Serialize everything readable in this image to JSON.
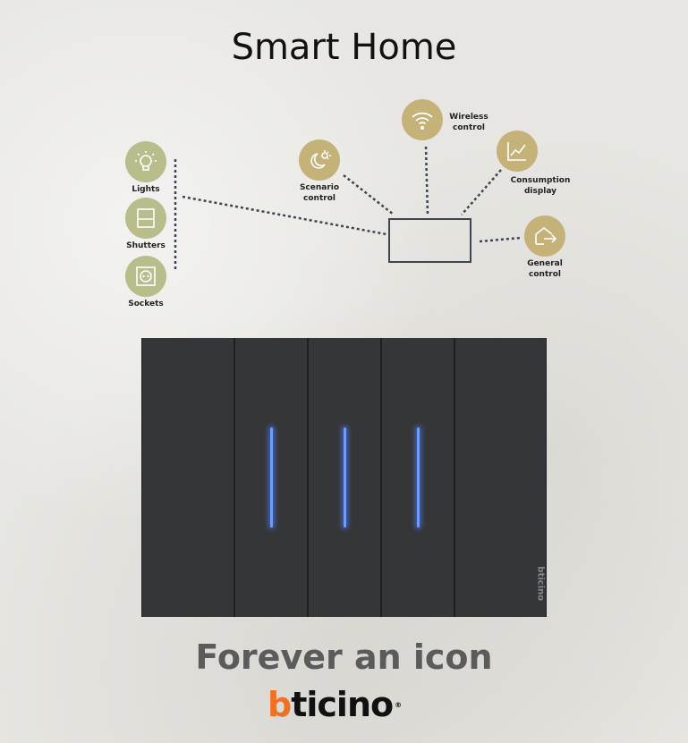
{
  "title": "Smart Home",
  "diagram": {
    "nodes": {
      "lights": {
        "label": "Lights",
        "icon": "lightbulb-icon"
      },
      "shutters": {
        "label": "Shutters",
        "icon": "shutters-icon"
      },
      "sockets": {
        "label": "Sockets",
        "icon": "socket-icon"
      },
      "scenario": {
        "label_line1": "Scenario",
        "label_line2": "control",
        "icon": "moon-sun-icon"
      },
      "wireless": {
        "label_line1": "Wireless",
        "label_line2": "control",
        "icon": "wifi-icon"
      },
      "consumption": {
        "label_line1": "Consumption",
        "label_line2": "display",
        "icon": "chart-icon"
      },
      "general": {
        "label_line1": "General",
        "label_line2": "control",
        "icon": "house-arrow-icon"
      }
    }
  },
  "product": {
    "brand_vertical": "bticino"
  },
  "tagline": "Forever an icon",
  "logo": {
    "first_letter": "b",
    "rest": "ticino",
    "mark": "®",
    "brand_color": "#f37021"
  },
  "colors": {
    "gold": "#c4b279",
    "green": "#b9bd8c",
    "led": "#6d9bff",
    "switch": "#2f3032"
  }
}
